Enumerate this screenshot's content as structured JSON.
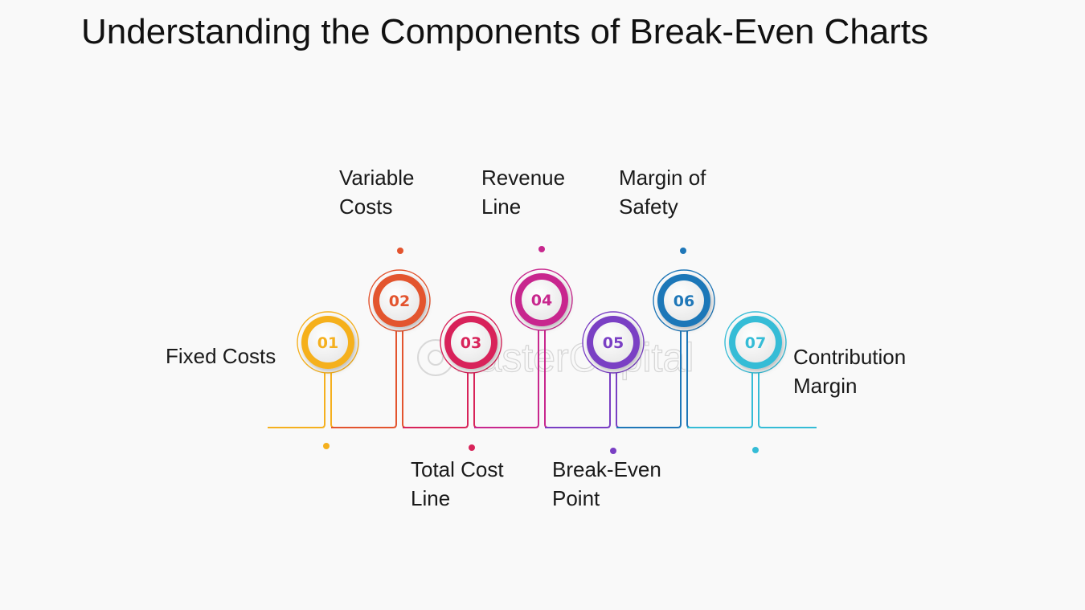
{
  "title": "Understanding the Components of Break-Even Charts",
  "watermark": "FasterCapital",
  "steps": [
    {
      "number": "01",
      "label": [
        "Fixed Costs"
      ],
      "color": "#f5b01e",
      "position": "top"
    },
    {
      "number": "02",
      "label": [
        "Variable",
        "Costs"
      ],
      "color": "#e3542e",
      "position": "top"
    },
    {
      "number": "03",
      "label": [
        "Total Cost",
        "Line"
      ],
      "color": "#d8245a",
      "position": "bottom"
    },
    {
      "number": "04",
      "label": [
        "Revenue",
        "Line"
      ],
      "color": "#c8288e",
      "position": "top"
    },
    {
      "number": "05",
      "label": [
        "Break-Even",
        "Point"
      ],
      "color": "#7a3fc4",
      "position": "bottom"
    },
    {
      "number": "06",
      "label": [
        "Margin of",
        "Safety"
      ],
      "color": "#1f77b8",
      "position": "top"
    },
    {
      "number": "07",
      "label": [
        "Contribution",
        "Margin"
      ],
      "color": "#35bcd6",
      "position": "top"
    }
  ]
}
